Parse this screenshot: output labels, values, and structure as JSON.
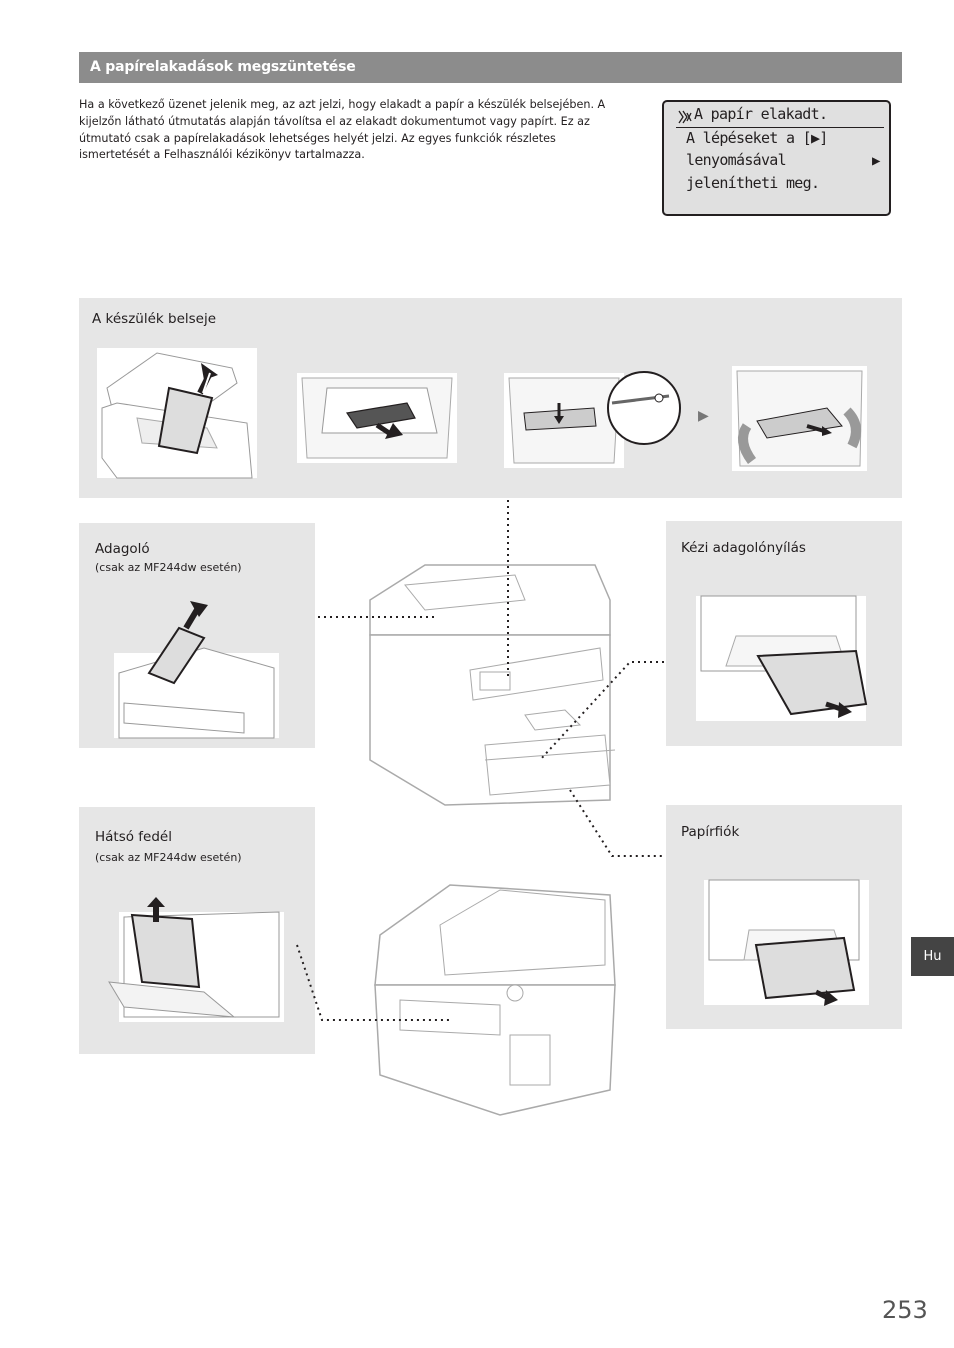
{
  "header": {
    "title": "A papírelakadások megszüntetése"
  },
  "intro": {
    "text": "Ha a következő üzenet jelenik meg, az azt jelzi, hogy elakadt a papír a készülék belsejében. A kijelzőn látható útmutatás alapján távolítsa el az elakadt dokumentumot vagy papírt. Ez az útmutató csak a papírelakadások lehetséges helyét jelzi. Az egyes funkciók részletes ismertetését a Felhasználói kézikönyv tartalmazza."
  },
  "lcd": {
    "line1": "A papír elakadt.",
    "line2": "A lépéseket a [▶]",
    "line3": "lenyomásával",
    "line4": "jelenítheti meg.",
    "arrow": "▶",
    "icon": "paper-jam-icon"
  },
  "sections": {
    "inside": {
      "label": "A készülék belseje",
      "step_arrow": "▶"
    },
    "feeder": {
      "label": "Adagoló",
      "note": "(csak az MF244dw esetén)"
    },
    "manual": {
      "label": "Kézi adagolónyílás"
    },
    "rear": {
      "label": "Hátsó fedél",
      "note": "(csak az MF244dw esetén)"
    },
    "drawer": {
      "label": "Papírfiók"
    }
  },
  "lang_tab": "Hu",
  "page_number": "253",
  "colors": {
    "header_bg": "#8c8c8c",
    "panel_bg": "#e6e6e6",
    "lcd_bg": "#e0e0e0",
    "tab_bg": "#444444"
  }
}
